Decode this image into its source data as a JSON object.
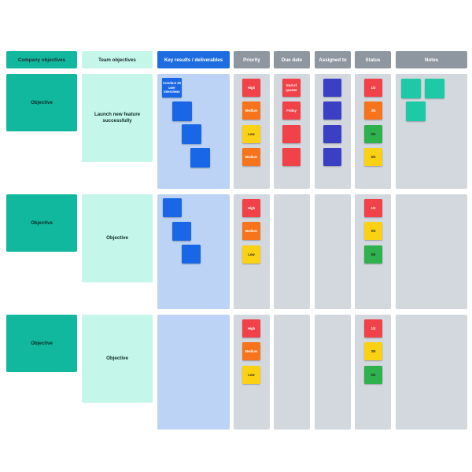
{
  "colors": {
    "teal_dark": "#12b89d",
    "teal_light": "#c5f6ea",
    "blue_header": "#1e6de0",
    "blue_column": "#bcd3f5",
    "grey_header": "#8e96a0",
    "grey_column": "#d3d8de",
    "note_blue": "#1967e6",
    "note_red": "#f04248",
    "note_orange": "#f7741c",
    "note_yellow": "#fbd114",
    "note_green": "#2fb14e",
    "note_indigo": "#3b3fc4",
    "note_teal": "#1ec9a8"
  },
  "headers": {
    "company": "Company objectives",
    "team": "Team objectives",
    "key_results": "Key results / deliverables",
    "priority": "Priority",
    "due_date": "Due date",
    "assigned": "Assigned to",
    "status": "Status",
    "notes": "Notes"
  },
  "rows": [
    {
      "company": "Objective",
      "team": "Launch new feature successfully",
      "key_results": [
        "Conduct 25 user interviews",
        "",
        "",
        ""
      ],
      "priority": [
        "High",
        "Medium",
        "Low",
        "Medium"
      ],
      "due": [
        "End of quarter",
        "Friday",
        "",
        ""
      ],
      "status": [
        "1/3",
        "3/5",
        "5/5",
        "0/3"
      ]
    },
    {
      "company": "Objective",
      "team": "Objective",
      "priority": [
        "High",
        "Medium",
        "Low"
      ],
      "status": [
        "1/3",
        "0/3",
        "5/5"
      ]
    },
    {
      "company": "Objective",
      "team": "Objective",
      "priority": [
        "High",
        "Medium",
        "Low"
      ],
      "status": [
        "1/3",
        "3/5",
        "5/5"
      ]
    }
  ]
}
